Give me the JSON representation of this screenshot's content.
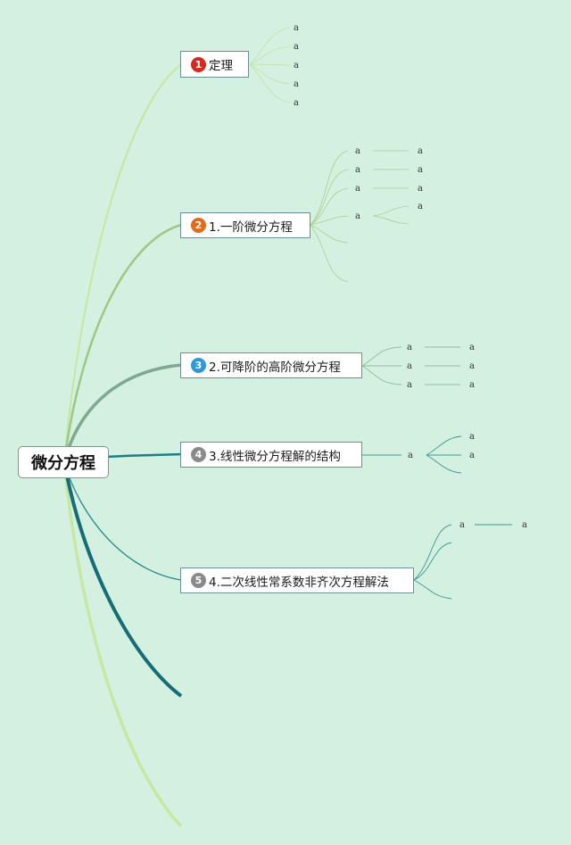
{
  "root": {
    "label": "微分方程"
  },
  "branches": [
    {
      "num": "1",
      "label": "定理",
      "color": "#d42a20"
    },
    {
      "num": "2",
      "label": "1.一阶微分方程",
      "color": "#e26a1c"
    },
    {
      "num": "3",
      "label": "2.可降阶的高阶微分方程",
      "color": "#2d99dc"
    },
    {
      "num": "4",
      "label": "3.线性微分方程解的结构",
      "color": "#8a8a8a"
    },
    {
      "num": "5",
      "label": "4.二次线性常系数非齐次方程解法",
      "color": "#8a8a8a"
    }
  ],
  "leaf_text": "a",
  "colors": {
    "background": "#d3f0e1",
    "light_green": "#bfe49a",
    "mid_green": "#93c27e",
    "sage": "#7ba98e",
    "teal": "#1d7e85",
    "dark_teal": "#166d77"
  }
}
